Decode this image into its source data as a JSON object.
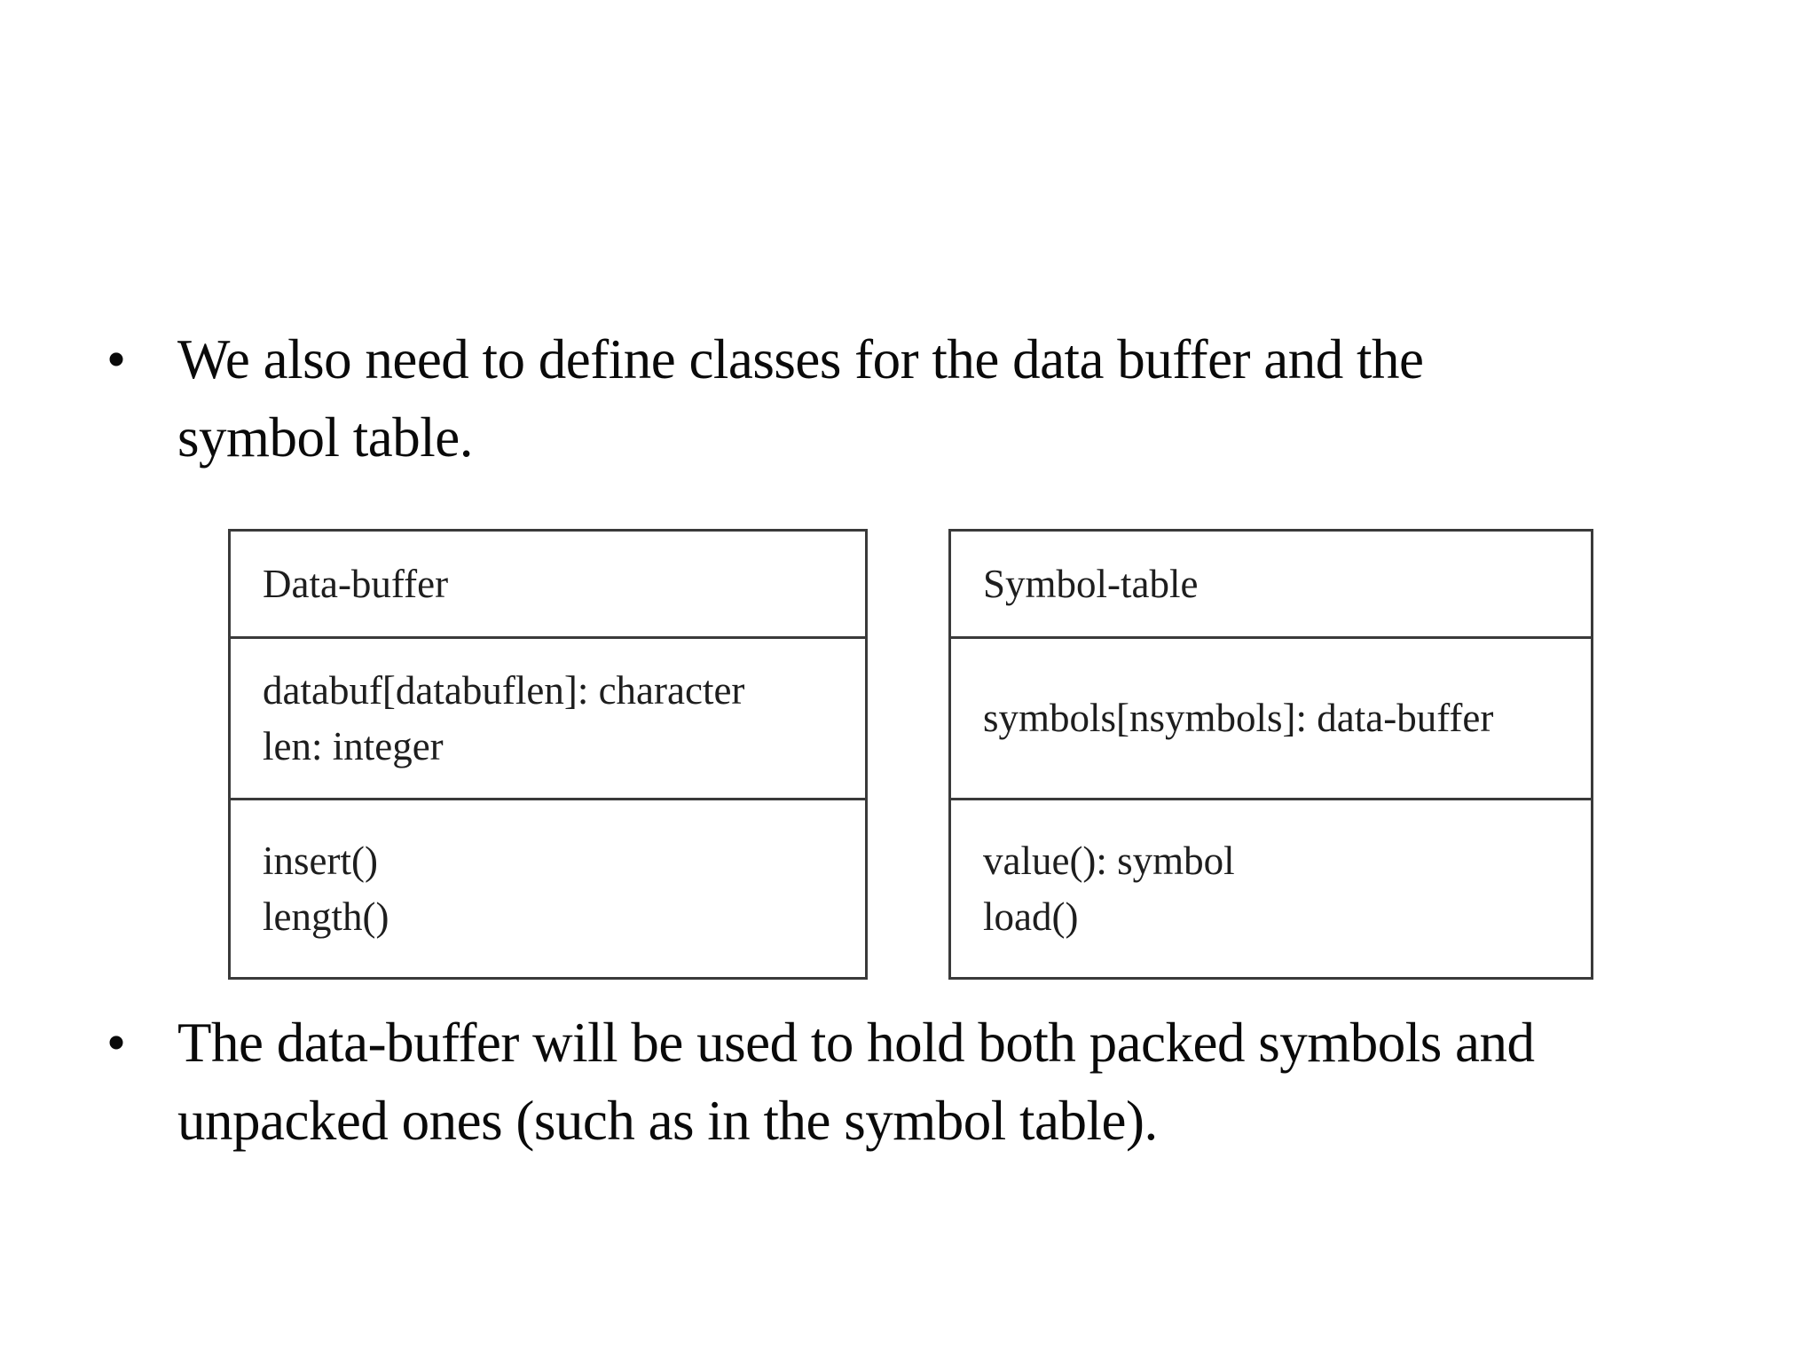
{
  "slide": {
    "bullets": [
      {
        "marker": "•",
        "lines": [
          "We also need to define classes for the data buffer and the",
          "symbol table."
        ]
      },
      {
        "marker": "•",
        "lines": [
          "The data-buffer will be used to hold both packed symbols and",
          "unpacked ones (such as in the symbol table)."
        ]
      }
    ],
    "diagram": {
      "classes": [
        {
          "name": "Data-buffer",
          "attributes": [
            "databuf[databuflen]: character",
            "len: integer"
          ],
          "methods": [
            "insert()",
            "length()"
          ]
        },
        {
          "name": "Symbol-table",
          "attributes": [
            "symbols[nsymbols]: data-buffer"
          ],
          "methods": [
            "value(): symbol",
            "load()"
          ]
        }
      ]
    },
    "colors": {
      "background": "#ffffff",
      "text": "#0a0a0a",
      "box_text": "#1e1e1e",
      "border": "#3a3a3a"
    }
  }
}
